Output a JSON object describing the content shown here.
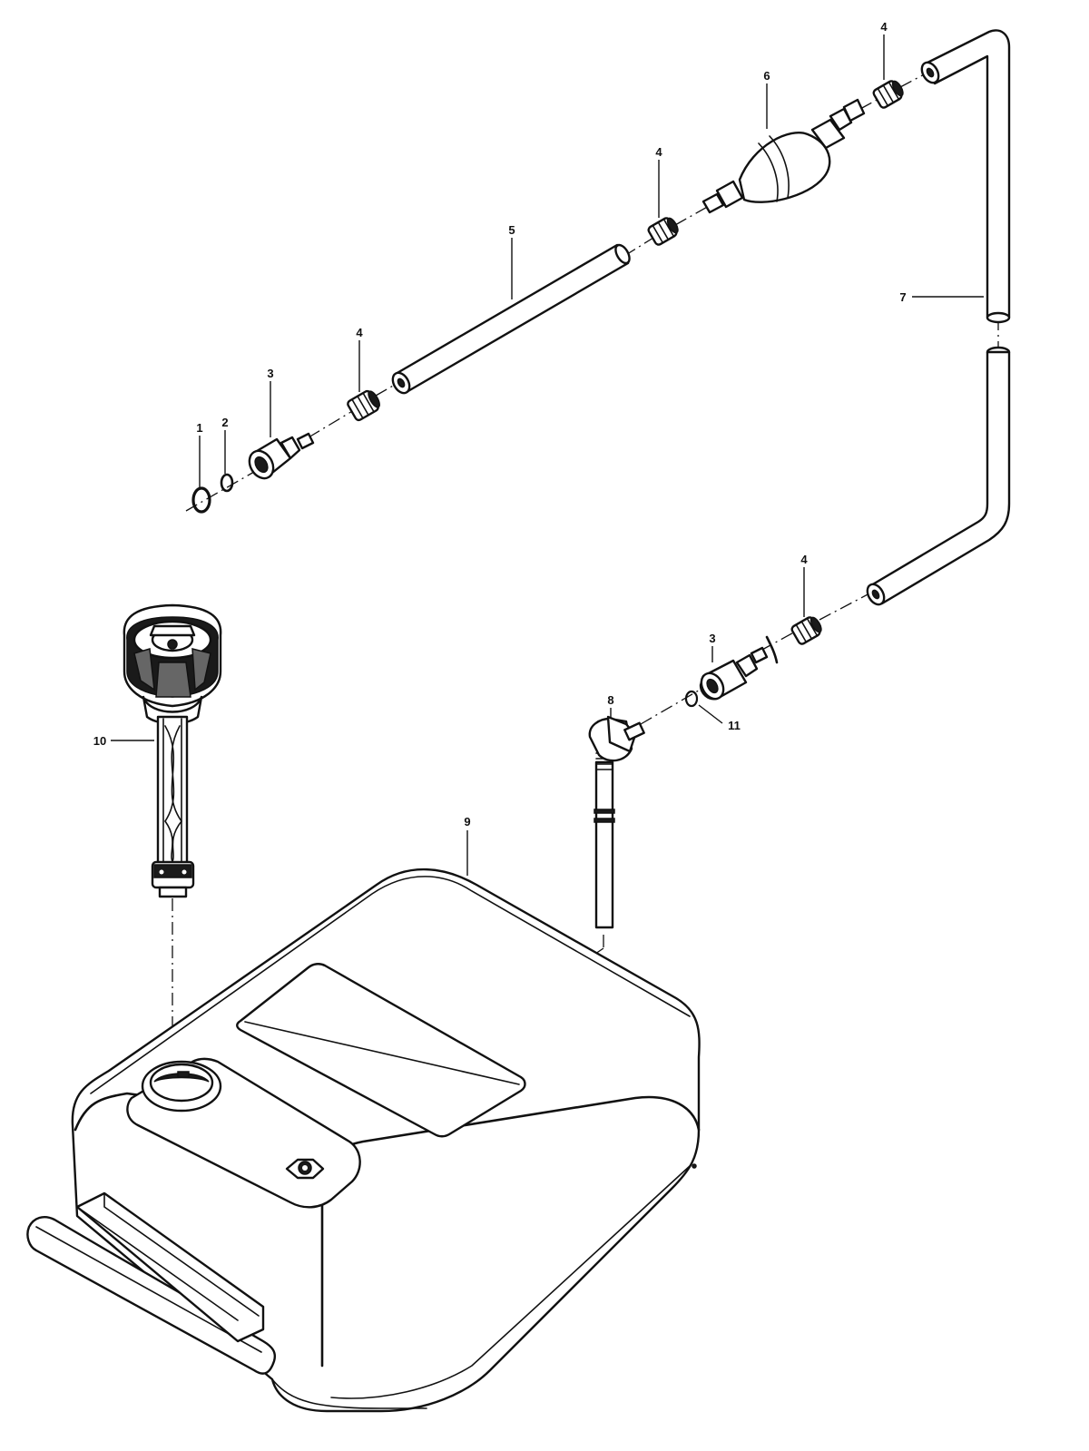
{
  "callouts": {
    "c1": "1",
    "c2": "2",
    "c3a": "3",
    "c3b": "3",
    "c4a": "4",
    "c4b": "4",
    "c4c": "4",
    "c4d": "4",
    "c5": "5",
    "c6": "6",
    "c7": "7",
    "c8": "8",
    "c9": "9",
    "c10": "10",
    "c11": "11"
  }
}
